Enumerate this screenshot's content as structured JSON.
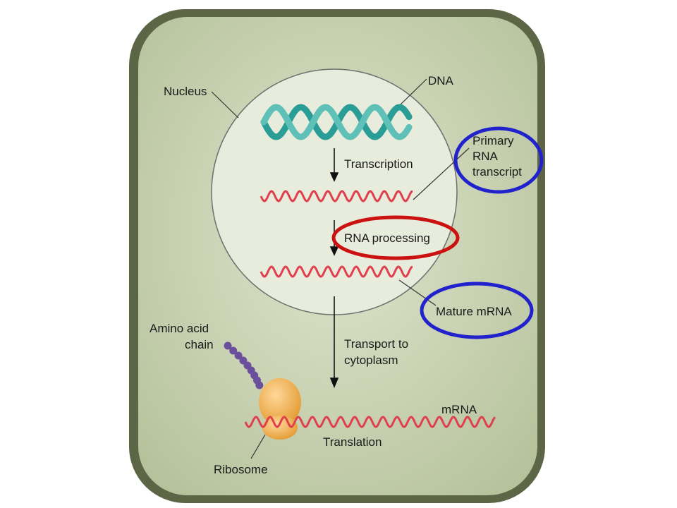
{
  "labels": {
    "nucleus": "Nucleus",
    "dna": "DNA",
    "transcription": "Transcription",
    "primary_rna_transcript": [
      "Primary",
      "RNA",
      "transcript"
    ],
    "rna_processing": "RNA processing",
    "mature_mrna": "Mature mRNA",
    "amino_acid_chain": [
      "Amino acid",
      "chain"
    ],
    "transport_to_cytoplasm": [
      "Transport to",
      "cytoplasm"
    ],
    "mrna": "mRNA",
    "translation": "Translation",
    "ribosome": "Ribosome"
  },
  "colors": {
    "cell_fill": "#c9d4b2",
    "cell_border": "#4f5a3a",
    "nucleus_fill": "#e6ead8",
    "dna": "#2a9d96",
    "rna": "#e0404e",
    "ribosome": "#f2b04e",
    "amino_acid": "#6b4f9c",
    "highlight_red": "#cc1111",
    "highlight_blue": "#2222cc"
  }
}
